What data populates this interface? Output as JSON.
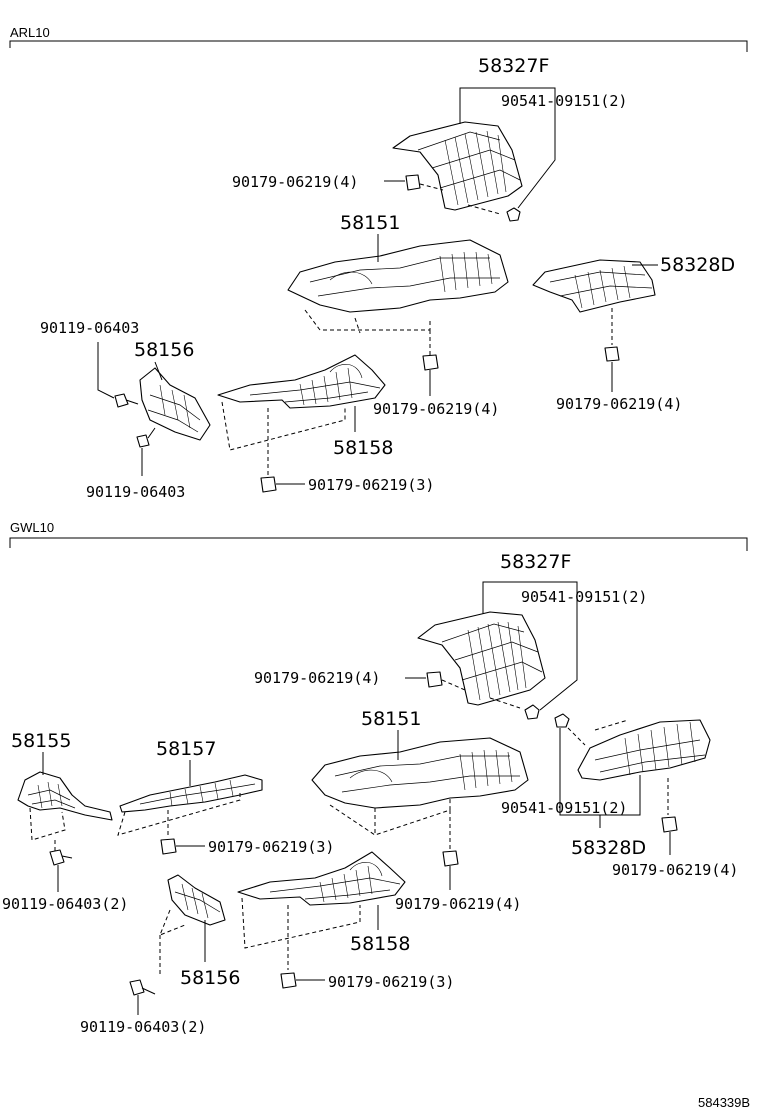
{
  "sections": [
    {
      "code": "ARL10",
      "labels": {
        "p58327F": "58327F",
        "p90541": "90541-09151(2)",
        "p90179a": "90179-06219(4)",
        "p58151": "58151",
        "p58328D": "58328D",
        "p90119a": "90119-06403",
        "p58156": "58156",
        "p90179b": "90179-06219(4)",
        "p90179c": "90179-06219(4)",
        "p58158": "58158",
        "p90119b": "90119-06403",
        "p90179d": "90179-06219(3)"
      }
    },
    {
      "code": "GWL10",
      "labels": {
        "p58327F": "58327F",
        "p90541a": "90541-09151(2)",
        "p90179a": "90179-06219(4)",
        "p58155": "58155",
        "p58157": "58157",
        "p58151": "58151",
        "p90179b": "90179-06219(3)",
        "p90541b": "90541-09151(2)",
        "p58328D": "58328D",
        "p90119a": "90119-06403(2)",
        "p90179c": "90179-06219(4)",
        "p90179d": "90179-06219(4)",
        "p58158": "58158",
        "p58156": "58156",
        "p90179e": "90179-06219(3)",
        "p90119b": "90119-06403(2)"
      }
    }
  ],
  "diagram_ref": "584339B",
  "icons": {
    "clip": "push-clip-icon",
    "bolt": "flange-bolt-icon",
    "shield": "heat-insulator-shield"
  }
}
